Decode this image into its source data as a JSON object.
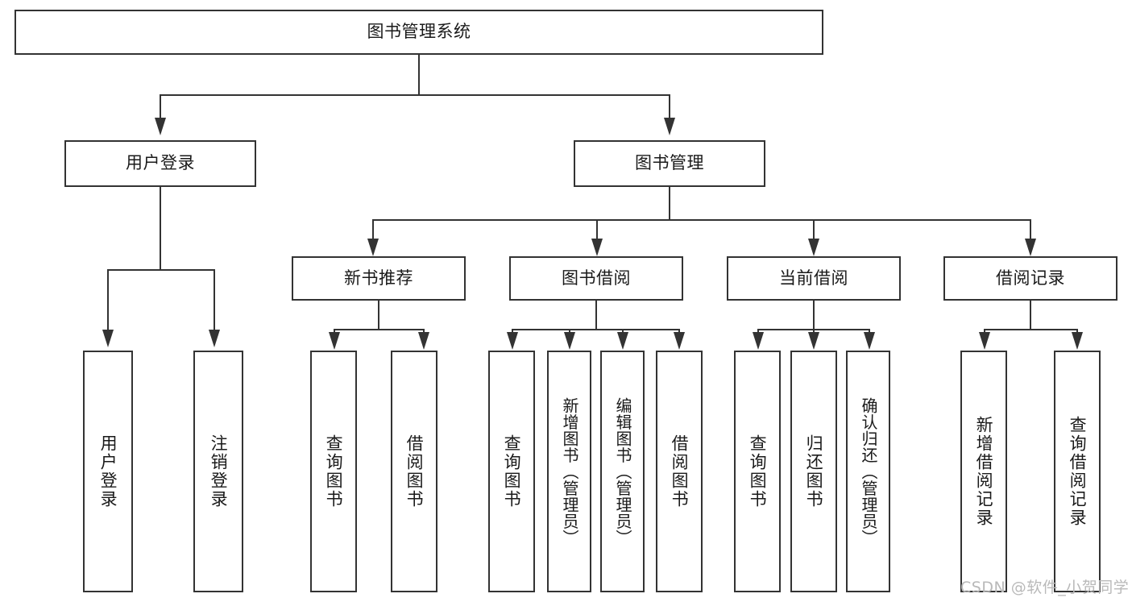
{
  "diagram": {
    "title": "图书管理系统",
    "type": "tree-hierarchy-diagram",
    "colors": {
      "stroke": "#333333",
      "fill": "#ffffff",
      "text": "#1a1a1a",
      "watermark": "#b9b9b9"
    },
    "root": {
      "label": "图书管理系统"
    },
    "level2": [
      {
        "label": "用户登录"
      },
      {
        "label": "图书管理"
      }
    ],
    "level3": [
      {
        "label": "新书推荐"
      },
      {
        "label": "图书借阅"
      },
      {
        "label": "当前借阅"
      },
      {
        "label": "借阅记录"
      }
    ],
    "leaves": {
      "user_login": [
        {
          "label": "用户登录"
        },
        {
          "label": "注销登录"
        }
      ],
      "new_book_recommend": [
        {
          "label": "查询图书"
        },
        {
          "label": "借阅图书"
        }
      ],
      "book_borrow": [
        {
          "label": "查询图书"
        },
        {
          "label": "新增图书（管理员）"
        },
        {
          "label": "编辑图书（管理员）"
        },
        {
          "label": "借阅图书"
        }
      ],
      "current_borrow": [
        {
          "label": "查询图书"
        },
        {
          "label": "归还图书"
        },
        {
          "label": "确认归还（管理员）"
        }
      ],
      "borrow_record": [
        {
          "label": "新增借阅记录"
        },
        {
          "label": "查询借阅记录"
        }
      ]
    },
    "watermark": "CSDN @软件_小贺同学"
  }
}
